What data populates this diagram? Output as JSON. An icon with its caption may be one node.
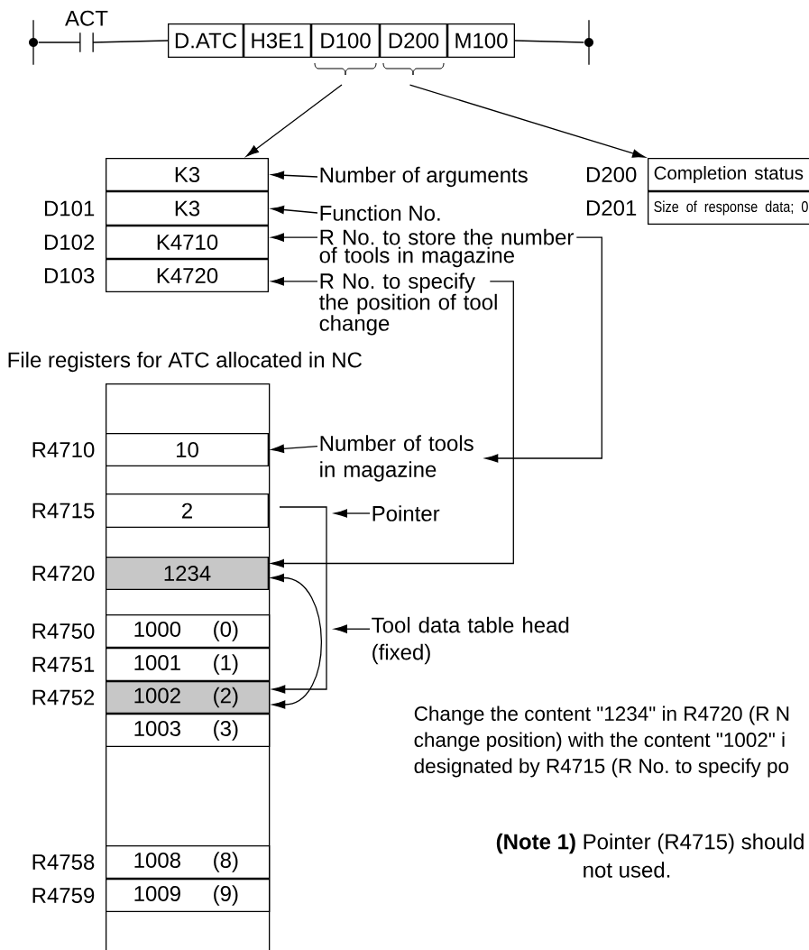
{
  "diagram": {
    "nodes": [
      {
        "text": [
          "D.ATC"
        ]
      },
      {
        "text": [
          "H3E1"
        ]
      },
      {
        "text": [
          "D100"
        ]
      },
      {
        "text": [
          "D200"
        ]
      },
      {
        "text": [
          "M100"
        ]
      },
      {
        "text": [
          "K3"
        ]
      },
      {
        "text": [
          "K3"
        ],
        "beside": [
          "D101"
        ]
      },
      {
        "text": [
          "K4710"
        ],
        "beside": [
          "D102"
        ]
      },
      {
        "text": [
          "K4720"
        ],
        "beside": [
          "D103"
        ]
      },
      {
        "text": [
          "Number of arguments"
        ]
      },
      {
        "text": [
          "Function No."
        ]
      },
      {
        "text": [
          "R No. to store the number of tools in magazine"
        ]
      },
      {
        "text": [
          "R No. to specify the position of tool change"
        ]
      },
      {
        "text": [
          "Completion status"
        ],
        "beside": [
          "D200"
        ]
      },
      {
        "text": [
          "Size of response data; 0"
        ],
        "beside": [
          "D201"
        ]
      },
      {
        "text": [
          "File registers for ATC allocated in NC"
        ]
      },
      {
        "text": [
          "10"
        ],
        "beside": [
          "R4710"
        ],
        "in": 15
      },
      {
        "text": [
          "2"
        ],
        "beside": [
          "R4715"
        ],
        "in": 15
      },
      {
        "text": [
          "1234"
        ],
        "beside": [
          "R4720"
        ],
        "in": 15
      },
      {
        "text": [
          "1000",
          "(0)"
        ],
        "beside": [
          "R4750"
        ],
        "in": 15
      },
      {
        "text": [
          "1001",
          "(1)"
        ],
        "beside": [
          "R4751"
        ],
        "in": 15
      },
      {
        "text": [
          "1002",
          "(2)"
        ],
        "beside": [
          "R4752"
        ],
        "in": 15
      },
      {
        "text": [
          "1003",
          "(3)"
        ],
        "in": 15
      },
      {
        "text": [
          "1008",
          "(8)"
        ],
        "beside": [
          "R4758"
        ],
        "in": 15
      },
      {
        "text": [
          "1009",
          "(9)"
        ],
        "beside": [
          "R4759"
        ],
        "in": 15
      },
      {
        "text": [
          "Number of tools in magazine"
        ]
      },
      {
        "text": [
          "Pointer"
        ]
      },
      {
        "text": [
          "Tool data table head (fixed)"
        ]
      },
      {
        "text": [],
        "shape": "bar"
      },
      {
        "text": [],
        "shape": "contact",
        "beside": [
          "ACT"
        ]
      },
      {
        "text": [],
        "shape": "bar"
      }
    ],
    "edges": [
      {
        "from": 2,
        "to": 5,
        "arrow": "to"
      },
      {
        "from": 3,
        "to": 13,
        "arrow": "to"
      },
      {
        "from": 9,
        "to": 5,
        "arrow": "to"
      },
      {
        "from": 10,
        "to": 6,
        "arrow": "to"
      },
      {
        "from": 11,
        "to": 7,
        "arrow": "to"
      },
      {
        "from": 12,
        "to": 8,
        "arrow": "to"
      },
      {
        "from": 11,
        "to": 25,
        "arrow": "to"
      },
      {
        "from": 12,
        "to": 18,
        "arrow": "to"
      },
      {
        "from": 25,
        "to": 16,
        "arrow": "to"
      },
      {
        "from": 26,
        "to": null,
        "arrow": "to"
      },
      {
        "from": 17,
        "to": 21,
        "arrow": "to"
      },
      {
        "from": 27,
        "to": null,
        "arrow": "to"
      },
      {
        "from": 18,
        "to": 21,
        "arrow": "both"
      },
      {
        "from": 28,
        "to": 29,
        "arrow": "none"
      },
      {
        "from": 29,
        "to": 0,
        "arrow": "none"
      },
      {
        "from": 4,
        "to": 30,
        "arrow": "none"
      }
    ],
    "labels": [
      "Change the content \"1234\" in R4720 (R N",
      "change position) with the content \"1002\" i",
      "designated by R4715 (R No. to specify po",
      "**(Note 1)** Pointer (R4715) should",
      "not used."
    ]
  }
}
